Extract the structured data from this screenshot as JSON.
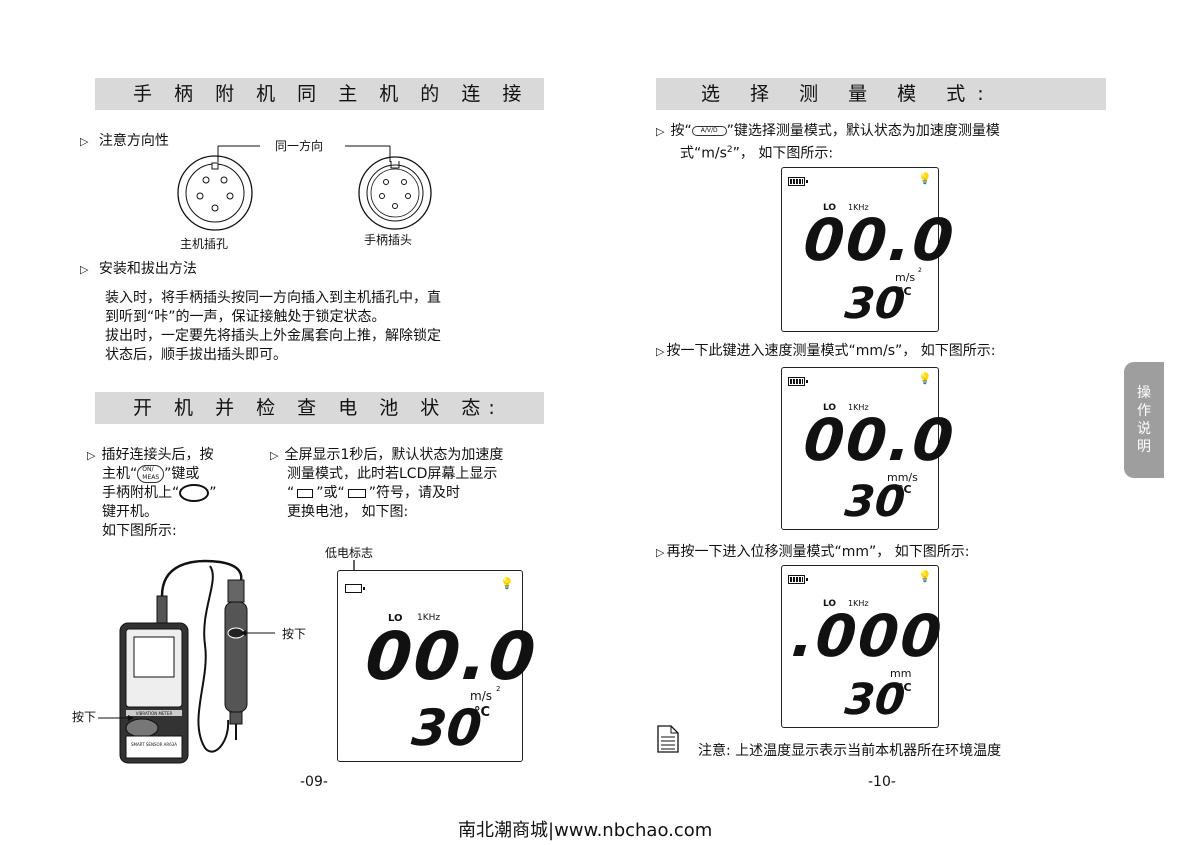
{
  "left": {
    "section1_title": "手 柄 附 机 同 主 机 的 连 接",
    "bullet_direction": "注意方向性",
    "same_direction": "同一方向",
    "main_socket": "主机插孔",
    "handle_plug": "手柄插头",
    "bullet_install": "安装和拔出方法",
    "install_lines": [
      "装入时，将手柄插头按同一方向插入到主机插孔中，直",
      "到听到“咔”的一声，保证接触处于锁定状态。",
      "拔出时，一定要先将插头上外金属套向上推，解除锁定",
      "状态后，顺手拔出插头即可。"
    ],
    "section2_title": "开 机 并 检 查 电 池 状 态:",
    "col1_lines": [
      "插好连接头后，按",
      "主机“",
      "”键或",
      "手柄附机上“",
      "”",
      "键开机。",
      "如下图所示:"
    ],
    "onmeas_key": "ON/\nMEAS",
    "col2_lines": [
      "全屏显示1秒后，默认状态为加速度",
      "测量模式，此时若LCD屏幕上显示",
      "“",
      "”或“",
      "”符号，请及时",
      "更换电池， 如下图:"
    ],
    "low_battery_label": "低电标志",
    "press_label_right": "按下",
    "press_label_left": "按下",
    "device_label_1": "VIBRATION METER",
    "device_label_2": "SMART SENSOR  AR63A",
    "lcd": {
      "lo": "LO",
      "khz": "1KHz",
      "value": "00.0",
      "unit": "m/s",
      "unit_sup": "2",
      "temp": "30",
      "deg": "°C"
    },
    "page_number": "-09-"
  },
  "right": {
    "section_title": "选 择 测 量 模 式:",
    "intro_line1_a": "按“",
    "avd_key": "A/V/D",
    "intro_line1_b": "”键选择测量模式，默认状态为加速度测量模",
    "intro_line2": "式“m/s",
    "intro_line2_sup": "2",
    "intro_line2_b": "”， 如下图所示:",
    "lcd1": {
      "lo": "LO",
      "khz": "1KHz",
      "value": "00.0",
      "unit": "m/s",
      "unit_sup": "2",
      "temp": "30",
      "deg": "°C"
    },
    "speed_text": "按一下此键进入速度测量模式“mm/s”， 如下图所示:",
    "lcd2": {
      "lo": "LO",
      "khz": "1KHz",
      "value": "00.0",
      "unit": "mm/s",
      "temp": "30",
      "deg": "°C"
    },
    "disp_text": "再按一下进入位移测量模式“mm”， 如下图所示:",
    "lcd3": {
      "lo": "LO",
      "khz": "1KHz",
      "value": ".000",
      "unit": "mm",
      "temp": "30",
      "deg": "°C"
    },
    "note_text": "注意: 上述温度显示表示当前本机器所在环境温度",
    "page_number": "-10-",
    "side_tab": "操\n作\n说\n明"
  },
  "footer": {
    "watermark": "南北潮商城|www.nbchao.com"
  }
}
